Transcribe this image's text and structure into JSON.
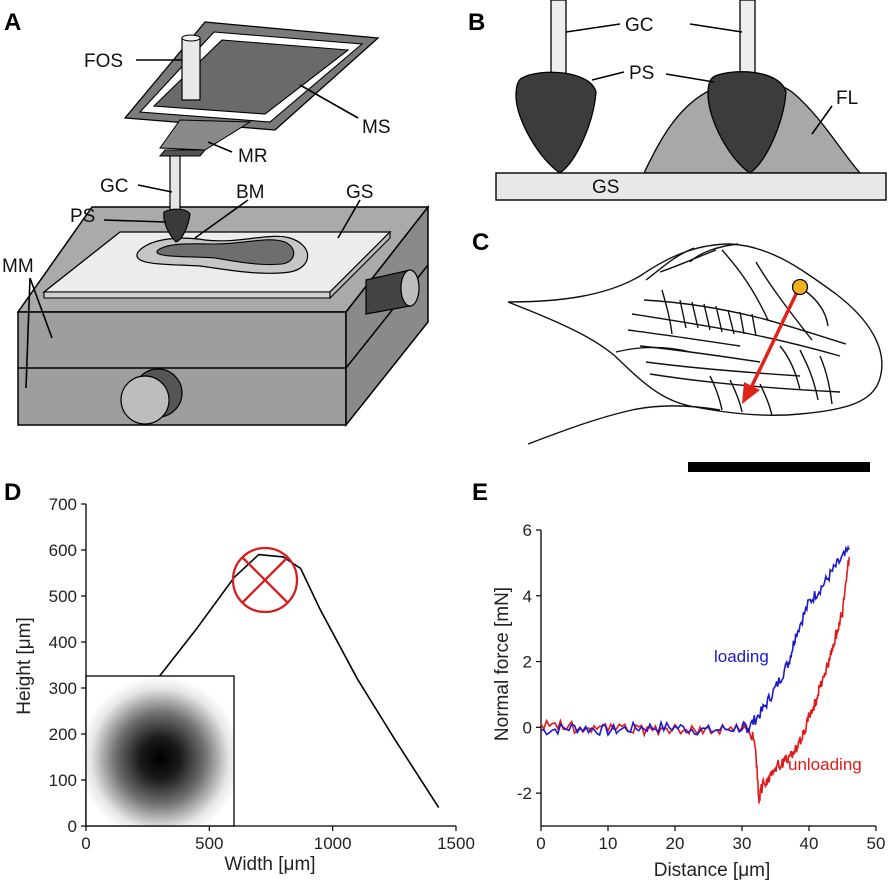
{
  "panels": {
    "a": "A",
    "b": "B",
    "c": "C",
    "d": "D",
    "e": "E"
  },
  "panel_a": {
    "labels": {
      "fos": "FOS",
      "ms": "MS",
      "mr": "MR",
      "gc": "GC",
      "ps": "PS",
      "bm": "BM",
      "gs": "GS",
      "mm": "MM"
    }
  },
  "panel_b": {
    "labels": {
      "gc": "GC",
      "ps": "PS",
      "fl": "FL",
      "gs": "GS"
    }
  },
  "panel_d": {
    "xlabel": "Width [μm]",
    "ylabel": "Height [μm]",
    "xticks": [
      "0",
      "500",
      "1000",
      "1500"
    ],
    "yticks": [
      "0",
      "100",
      "200",
      "300",
      "400",
      "500",
      "600",
      "700"
    ]
  },
  "panel_e": {
    "xlabel": "Distance [μm]",
    "ylabel": "Normal force [mN]",
    "xticks": [
      "0",
      "10",
      "20",
      "30",
      "40",
      "50"
    ],
    "yticks": [
      "-2",
      "0",
      "2",
      "4",
      "6"
    ],
    "series_labels": {
      "loading": "loading",
      "unloading": "unloading"
    }
  },
  "colors": {
    "loading": "#1a1acc",
    "unloading": "#e01a1a",
    "marker": "#f2b01e",
    "arrow": "#e0221a"
  },
  "chart_data": [
    {
      "type": "line",
      "panel": "D",
      "xlabel": "Width [μm]",
      "ylabel": "Height [μm]",
      "xlim": [
        0,
        1500
      ],
      "ylim": [
        0,
        700
      ],
      "series": [
        {
          "x": [
            290,
            450,
            600,
            700,
            800,
            870,
            950,
            1100,
            1250,
            1430
          ],
          "y": [
            320,
            430,
            540,
            590,
            585,
            560,
            470,
            320,
            190,
            40
          ]
        }
      ]
    },
    {
      "type": "line",
      "panel": "E",
      "xlabel": "Distance [μm]",
      "ylabel": "Normal force [mN]",
      "xlim": [
        0,
        50
      ],
      "ylim": [
        -3,
        6
      ],
      "series": [
        {
          "name": "loading",
          "x": [
            0,
            5,
            10,
            15,
            20,
            25,
            30,
            31,
            33,
            35,
            37,
            38,
            40,
            42,
            44,
            46
          ],
          "y": [
            -0.1,
            0,
            -0.1,
            0,
            0,
            -0.1,
            0,
            0,
            0.5,
            1.2,
            2.0,
            2.8,
            3.8,
            4.3,
            4.9,
            5.4
          ]
        },
        {
          "name": "unloading",
          "x": [
            46,
            45,
            44,
            43,
            42,
            41,
            40,
            39,
            38,
            37,
            36,
            35,
            34,
            33,
            32.5,
            32,
            31,
            30,
            25,
            20,
            15,
            10,
            5,
            0
          ],
          "y": [
            5.2,
            3.5,
            2.8,
            2.0,
            1.5,
            0.8,
            0.3,
            -0.3,
            -0.7,
            -0.9,
            -1.1,
            -1.2,
            -1.5,
            -1.8,
            -2.2,
            -0.5,
            0,
            0,
            -0.1,
            0,
            -0.1,
            0,
            0,
            0.1
          ]
        }
      ]
    }
  ]
}
